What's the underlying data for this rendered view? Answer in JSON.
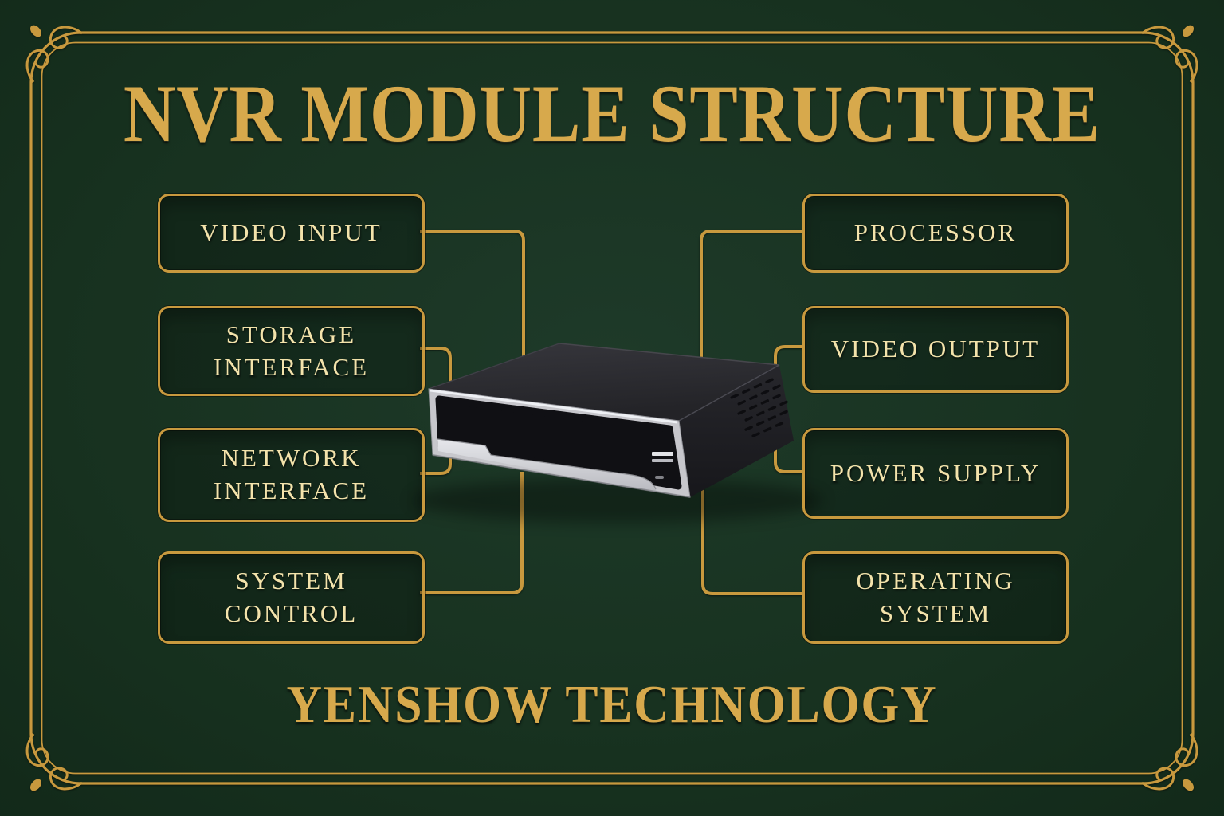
{
  "title": "NVR MODULE STRUCTURE",
  "footer": "YENSHOW TECHNOLOGY",
  "modules": {
    "left": [
      {
        "label": "VIDEO INPUT"
      },
      {
        "label": "STORAGE\nINTERFACE"
      },
      {
        "label": "NETWORK\nINTERFACE"
      },
      {
        "label": "SYSTEM\nCONTROL"
      }
    ],
    "right": [
      {
        "label": "PROCESSOR"
      },
      {
        "label": "VIDEO OUTPUT"
      },
      {
        "label": "POWER SUPPLY"
      },
      {
        "label": "OPERATING\nSYSTEM"
      }
    ]
  },
  "center_illustration": "nvr-recorder-device",
  "colors": {
    "gold_line": "#c8993e",
    "gold_title": "#d7a94c",
    "text_gold": "#f3e3ab",
    "bg": "#142a1c"
  }
}
